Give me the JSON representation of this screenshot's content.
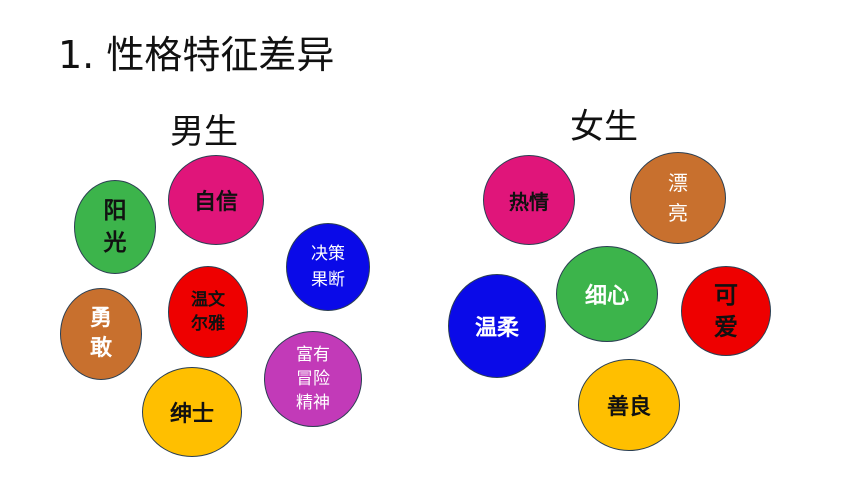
{
  "title": "1. 性格特征差异",
  "colors": {
    "green": "#3cb44b",
    "magenta": "#e0157a",
    "blue": "#0a0ae8",
    "orange": "#c8702e",
    "red": "#ee0000",
    "purple": "#c23ab8",
    "gold": "#ffbf00"
  },
  "groups": {
    "male": {
      "label": "男生",
      "traits": [
        "阳\n光",
        "自信",
        "决策\n果断",
        "勇\n敢",
        "温文\n尔雅",
        "富有\n冒险\n精神",
        "绅士"
      ]
    },
    "female": {
      "label": "女生",
      "traits": [
        "热情",
        "漂\n亮",
        "温柔",
        "细心",
        "可\n爱",
        "善良"
      ]
    }
  }
}
